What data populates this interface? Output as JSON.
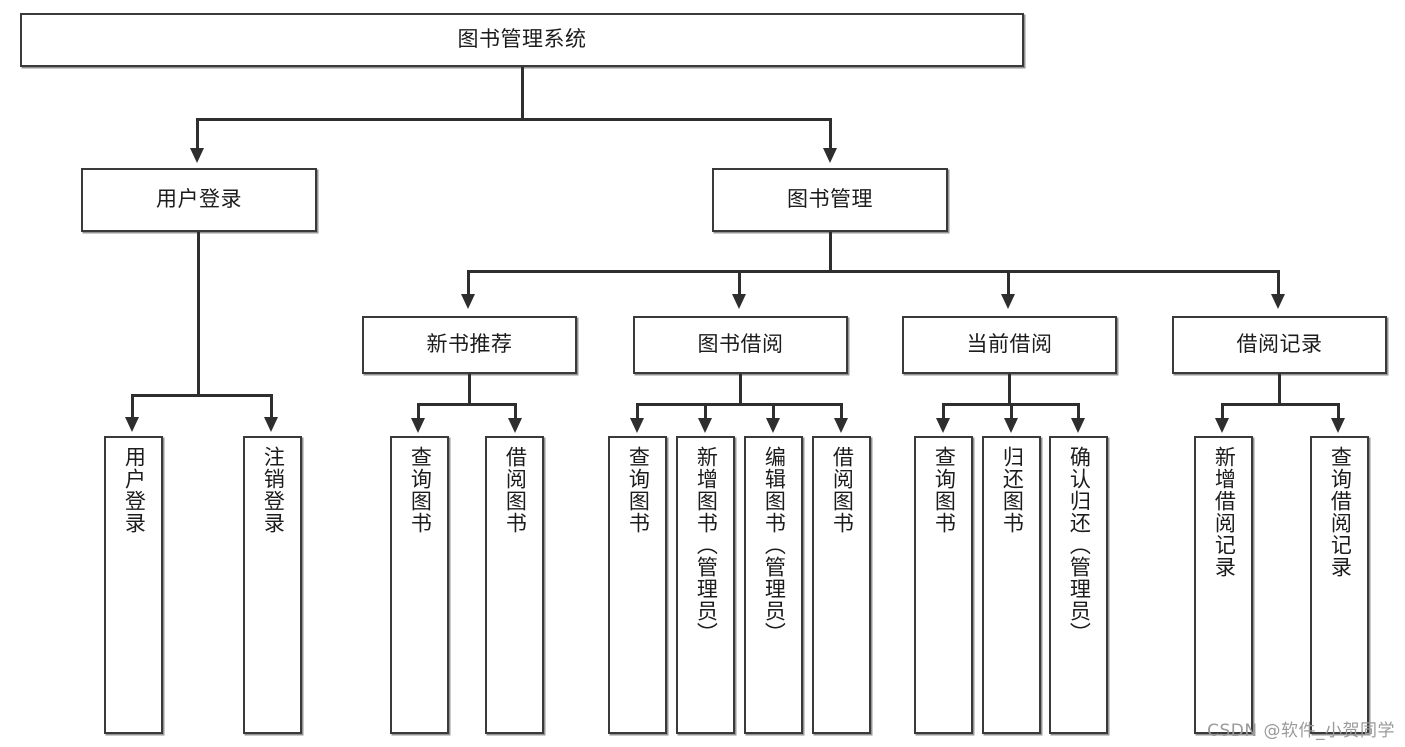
{
  "diagram": {
    "type": "tree-hierarchy",
    "title": "图书管理系统",
    "root": {
      "label": "图书管理系统"
    },
    "level2": [
      {
        "label": "用户登录"
      },
      {
        "label": "图书管理"
      }
    ],
    "level3": [
      {
        "label": "新书推荐"
      },
      {
        "label": "图书借阅"
      },
      {
        "label": "当前借阅"
      },
      {
        "label": "借阅记录"
      }
    ],
    "leaves": {
      "user_login": [
        {
          "label": "用户登录"
        },
        {
          "label": "注销登录"
        }
      ],
      "new_book_recommend": [
        {
          "label": "查询图书"
        },
        {
          "label": "借阅图书"
        }
      ],
      "book_borrow": [
        {
          "label": "查询图书"
        },
        {
          "label": "新增图书（管理员）"
        },
        {
          "label": "编辑图书（管理员）"
        },
        {
          "label": "借阅图书"
        }
      ],
      "current_borrow": [
        {
          "label": "查询图书"
        },
        {
          "label": "归还图书"
        },
        {
          "label": "确认归还（管理员）"
        }
      ],
      "borrow_record": [
        {
          "label": "新增借阅记录"
        },
        {
          "label": "查询借阅记录"
        }
      ]
    }
  },
  "watermark": {
    "text": "CSDN @软件_小贺同学"
  },
  "colors": {
    "box_border": "#3a3a3a",
    "connector": "#2e2e2e",
    "text": "#1c1c1c",
    "background": "#ffffff",
    "watermark": "#9a9a9a"
  }
}
